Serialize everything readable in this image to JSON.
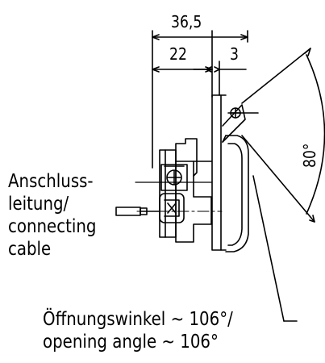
{
  "dimensions": {
    "overall_width": "36,5",
    "body_width": "22",
    "offset": "3",
    "angle": "80°"
  },
  "cable_label": {
    "line1": "Anschluss-",
    "line2": "leitung/",
    "line3": "connecting",
    "line4": "cable"
  },
  "opening_label": {
    "german": "Öffnungswinkel  ~  106°/",
    "english": "opening angle  ~  106°"
  },
  "colors": {
    "ink": "#000000",
    "background": "#ffffff"
  }
}
